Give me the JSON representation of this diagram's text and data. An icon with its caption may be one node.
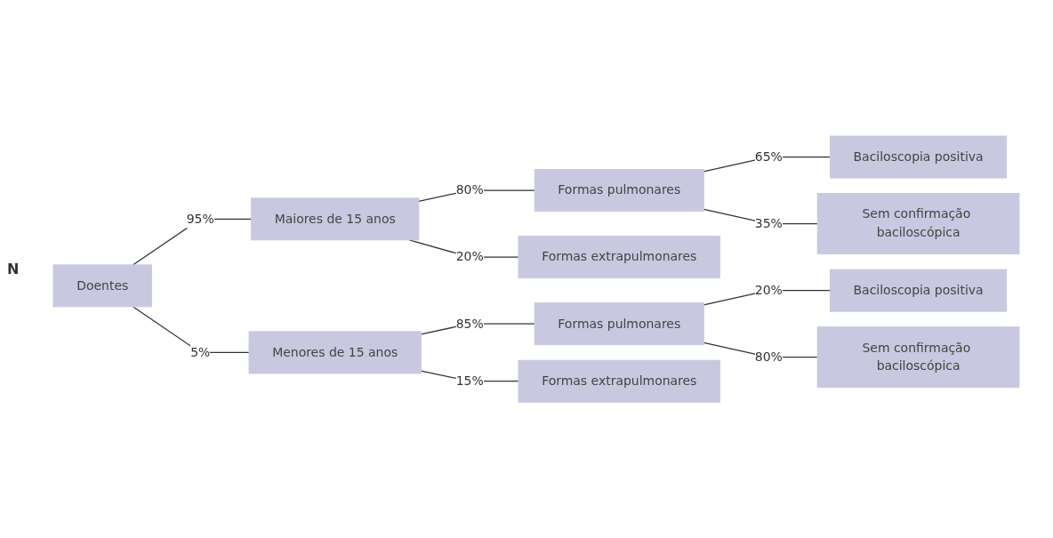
{
  "diagram": {
    "nodes": [
      {
        "text": [
          "Doentes"
        ]
      },
      {
        "text": [
          "Maiores de 15 anos"
        ]
      },
      {
        "text": [
          "Formas pulmonares"
        ]
      },
      {
        "text": [
          "Baciloscopia positiva"
        ]
      },
      {
        "text": [
          "Sem confirmação baciloscópica"
        ]
      },
      {
        "text": [
          "Formas extrapulmonares"
        ]
      },
      {
        "text": [
          "Menores de 15 anos"
        ]
      },
      {
        "text": [
          "Formas pulmonares"
        ]
      },
      {
        "text": [
          "Baciloscopia positiva"
        ]
      },
      {
        "text": [
          "Sem confirmação baciloscópica"
        ]
      },
      {
        "text": [
          "Formas extrapulmonares"
        ]
      }
    ],
    "edges": [
      {
        "from": 0,
        "to": 1,
        "arrow": "none",
        "label": "95%"
      },
      {
        "from": 0,
        "to": 6,
        "arrow": "none",
        "label": "5%"
      },
      {
        "from": 1,
        "to": 2,
        "arrow": "none",
        "label": "80%"
      },
      {
        "from": 1,
        "to": 5,
        "arrow": "none",
        "label": "20%"
      },
      {
        "from": 2,
        "to": 3,
        "arrow": "none",
        "label": "65%"
      },
      {
        "from": 2,
        "to": 4,
        "arrow": "none",
        "label": "35%"
      },
      {
        "from": 6,
        "to": 7,
        "arrow": "none",
        "label": "85%"
      },
      {
        "from": 6,
        "to": 10,
        "arrow": "none",
        "label": "15%"
      },
      {
        "from": 7,
        "to": 8,
        "arrow": "none",
        "label": "20%"
      },
      {
        "from": 7,
        "to": 9,
        "arrow": "none",
        "label": "80%"
      }
    ],
    "labels": [
      "N"
    ]
  }
}
